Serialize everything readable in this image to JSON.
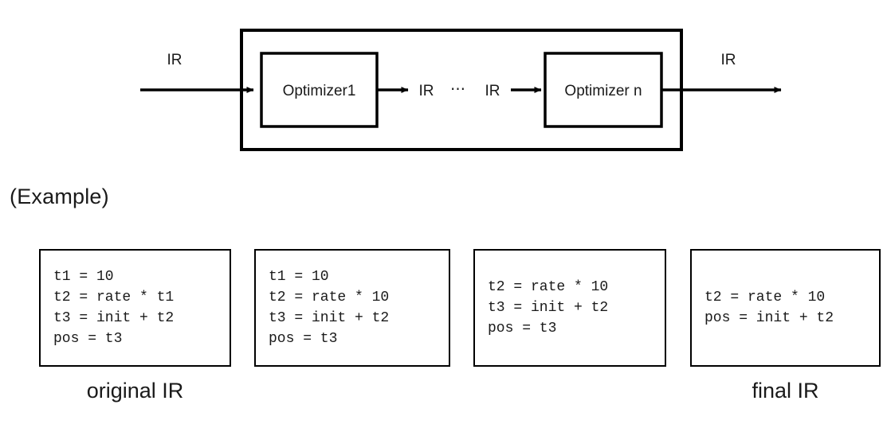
{
  "figure": {
    "title_caption": "(Example)"
  },
  "pipeline": {
    "input_label": "IR",
    "output_label": "IR",
    "mid_label_left": "IR",
    "mid_label_right": "IR",
    "ellipsis": "⋯",
    "stages": [
      {
        "label": "Optimizer1"
      },
      {
        "label": "Optimizer n"
      }
    ]
  },
  "code_boxes": [
    {
      "id": "original-ir",
      "caption": "original IR",
      "lines": [
        "t1 = 10",
        "t2 = rate * t1",
        "t3 = init + t2",
        "pos = t3"
      ]
    },
    {
      "id": "after-pass-1",
      "caption": "",
      "lines": [
        "t1 = 10",
        "t2 = rate * 10",
        "t3 = init + t2",
        "pos = t3"
      ]
    },
    {
      "id": "after-pass-2",
      "caption": "",
      "lines": [
        "t2 = rate * 10",
        "t3 = init + t2",
        "pos = t3"
      ]
    },
    {
      "id": "final-ir",
      "caption": "final IR",
      "lines": [
        "t2 = rate * 10",
        "pos = init + t2"
      ]
    }
  ],
  "colors": {
    "stroke": "#000000",
    "text": "#1a1a1a",
    "background": "#ffffff"
  }
}
